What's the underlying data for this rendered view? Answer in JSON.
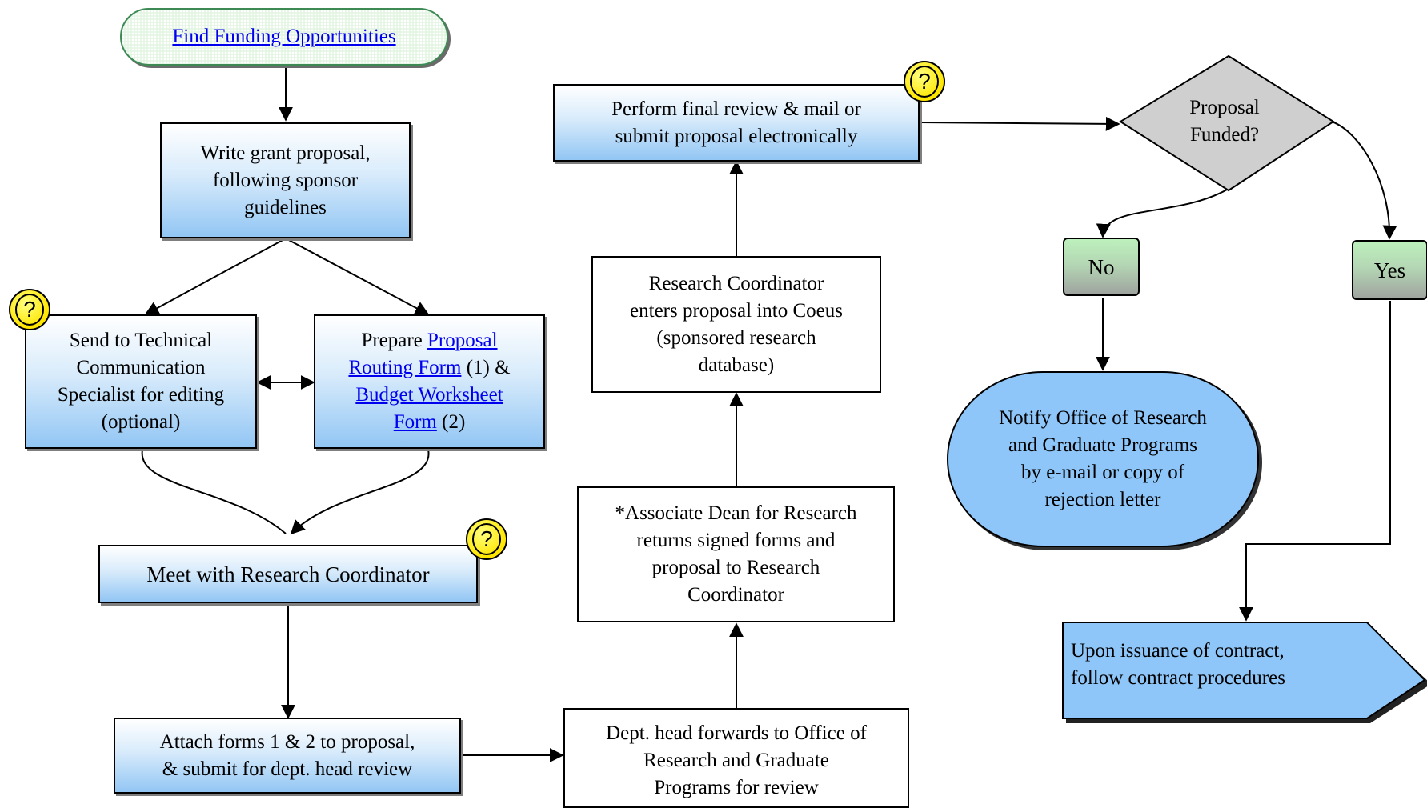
{
  "start": {
    "label": "Find Funding Opportunities"
  },
  "steps": {
    "write": {
      "lines": [
        "Write grant proposal,",
        "following sponsor",
        "guidelines"
      ]
    },
    "send": {
      "lines": [
        "Send to Technical",
        "Communication",
        "Specialist for editing",
        "(optional)"
      ]
    },
    "prepare": {
      "prefix": "Prepare ",
      "link1": "Proposal",
      "link1b": "Routing Form",
      "mid1": " (1) &",
      "link2": "Budget Worksheet",
      "link2b": "Form",
      "suffix": " (2)"
    },
    "meet": {
      "label": "Meet with Research Coordinator"
    },
    "attach": {
      "lines": [
        "Attach forms 1 & 2 to proposal,",
        "& submit for dept. head review"
      ]
    },
    "dept": {
      "lines": [
        "Dept. head forwards to Office of",
        "Research and Graduate",
        "Programs for review"
      ]
    },
    "dean": {
      "lines": [
        "*Associate Dean for Research",
        "returns signed forms and",
        "proposal to Research",
        "Coordinator"
      ]
    },
    "coordinator": {
      "lines": [
        "Research Coordinator",
        "enters proposal into Coeus",
        "(sponsored research",
        "database)"
      ]
    },
    "final": {
      "lines": [
        "Perform final review & mail or",
        "submit proposal electronically"
      ]
    }
  },
  "decision": {
    "lines": [
      "Proposal",
      "Funded?"
    ]
  },
  "branches": {
    "no": "No",
    "yes": "Yes"
  },
  "notify": {
    "lines": [
      "Notify Office of Research",
      "and Graduate Programs",
      "by e-mail or copy of",
      "rejection letter"
    ]
  },
  "contract": {
    "lines": [
      "Upon issuance of contract,",
      "follow contract procedures"
    ]
  },
  "help_symbol": "?",
  "colors": {
    "box_blue": "#92c6f4",
    "terminal_blue": "#8ec6f9",
    "help_yellow": "#ffe600",
    "start_border": "#3d8a55",
    "link": "#0000ee"
  }
}
